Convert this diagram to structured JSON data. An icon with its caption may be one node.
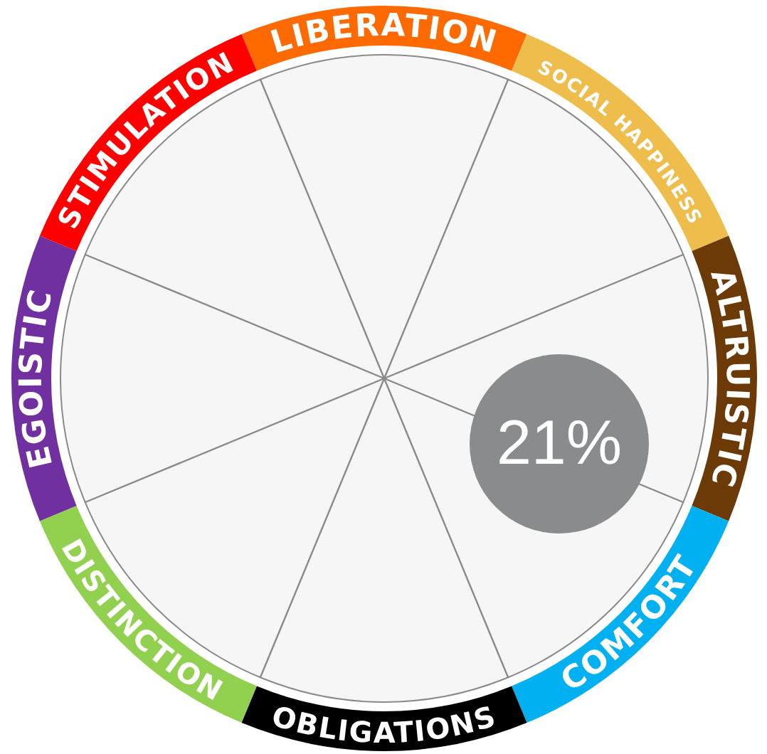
{
  "diagram": {
    "nodes": [
      {
        "text": [
          "LIBERATION"
        ]
      },
      {
        "text": [
          "SOCIAL HAPPINESS"
        ]
      },
      {
        "text": [
          "ALTRUISTIC"
        ]
      },
      {
        "text": [
          "COMFORT"
        ]
      },
      {
        "text": [
          "OBLIGATIONS"
        ]
      },
      {
        "text": [
          "DISTINCTION"
        ]
      },
      {
        "text": [
          "EGOISTIC"
        ]
      },
      {
        "text": [
          "STIMULATION"
        ]
      },
      {
        "text": [
          "21%"
        ]
      }
    ]
  }
}
